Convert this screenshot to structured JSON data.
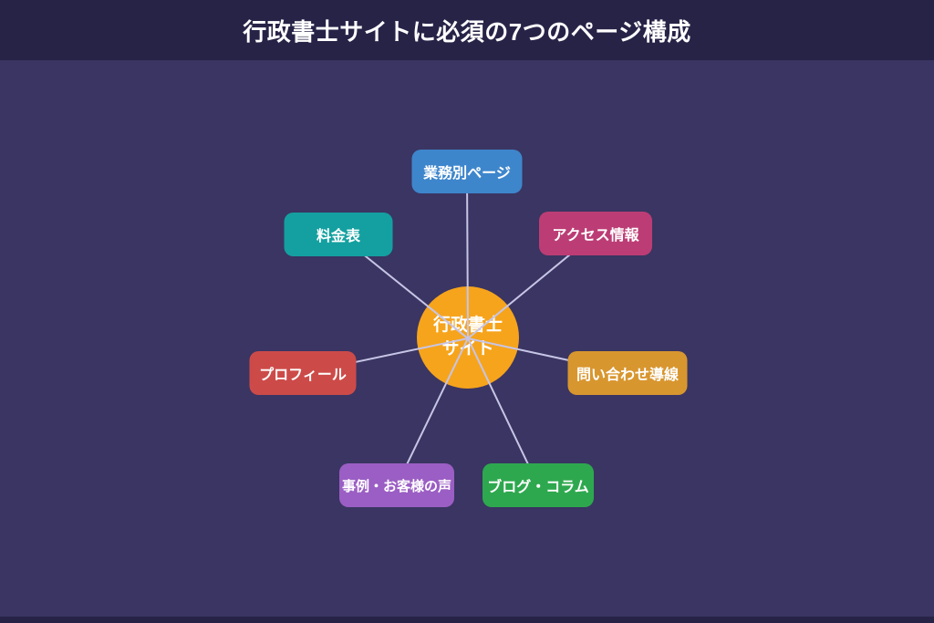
{
  "title": "行政書士サイトに必須の7つのページ構成",
  "center": {
    "label_line1": "行政書士",
    "label_line2": "サイト",
    "color": "#f6a41c"
  },
  "nodes": [
    {
      "label": "業務別ページ",
      "color": "#3e86cc"
    },
    {
      "label": "アクセス情報",
      "color": "#bc3d75"
    },
    {
      "label": "問い合わせ導線",
      "color": "#d8962f"
    },
    {
      "label": "ブログ・コラム",
      "color": "#2ea84e"
    },
    {
      "label": "事例・お客様の声",
      "color": "#9b5ec4"
    },
    {
      "label": "プロフィール",
      "color": "#cc4b49"
    },
    {
      "label": "料金表",
      "color": "#14a0a0"
    }
  ],
  "colors": {
    "background": "#3a3562",
    "header_bar": "#272347",
    "connector_line": "#c7c5e6",
    "text": "#ffffff"
  }
}
